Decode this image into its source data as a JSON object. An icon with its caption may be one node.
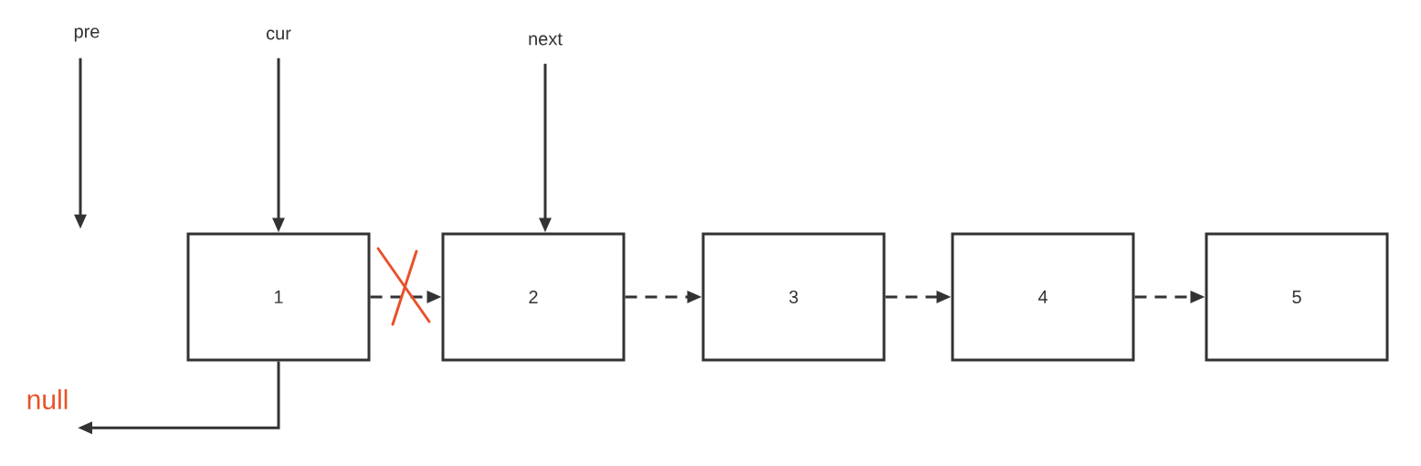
{
  "diagram": {
    "nodes": [
      {
        "text": [
          "pre"
        ]
      },
      {
        "text": [
          "cur"
        ]
      },
      {
        "text": [
          "next"
        ]
      },
      {
        "text": [
          "1"
        ]
      },
      {
        "text": [
          "2"
        ]
      },
      {
        "text": [
          "3"
        ]
      },
      {
        "text": [
          "4"
        ]
      },
      {
        "text": [
          "5"
        ]
      },
      {
        "text": [
          "null"
        ]
      }
    ],
    "edges": [
      {
        "from": 0,
        "to": null,
        "arrow": "to"
      },
      {
        "from": 1,
        "to": 3,
        "arrow": "to"
      },
      {
        "from": 2,
        "to": 4,
        "arrow": "to"
      },
      {
        "from": 3,
        "to": 4,
        "arrow": "to",
        "style": "dashed"
      },
      {
        "from": 4,
        "to": 5,
        "arrow": "to",
        "style": "dashed"
      },
      {
        "from": 5,
        "to": 6,
        "arrow": "to",
        "style": "dashed"
      },
      {
        "from": 6,
        "to": 7,
        "arrow": "to",
        "style": "dashed"
      },
      {
        "from": 3,
        "to": 8,
        "arrow": "to"
      }
    ]
  }
}
